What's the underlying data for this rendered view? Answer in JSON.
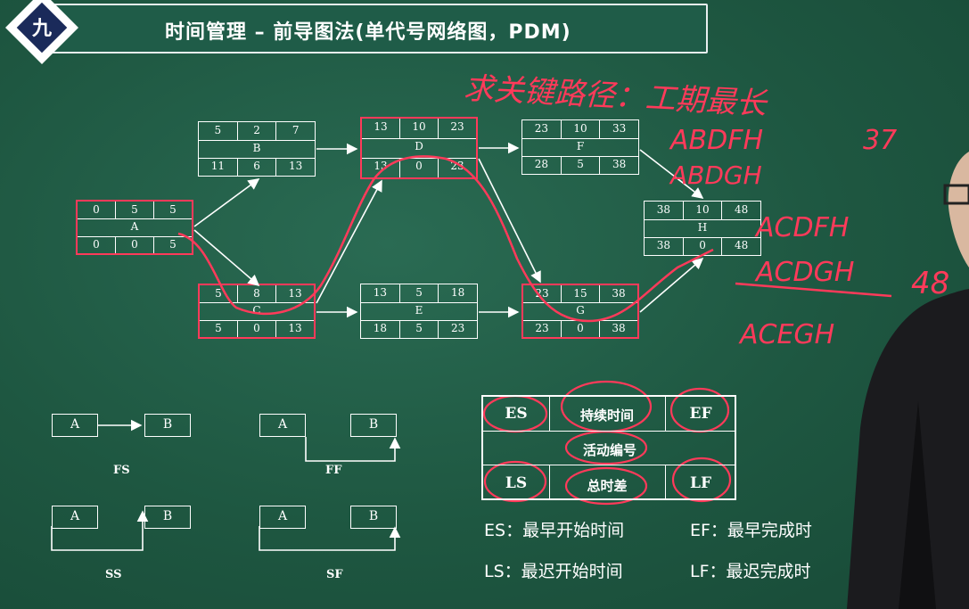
{
  "header": {
    "badge": "九",
    "title": "时间管理 – 前导图法(单代号网络图，PDM)"
  },
  "nodes": [
    {
      "id": "A",
      "top": [
        "0",
        "5",
        "5"
      ],
      "bottom": [
        "0",
        "0",
        "5"
      ],
      "critical": true
    },
    {
      "id": "B",
      "top": [
        "5",
        "2",
        "7"
      ],
      "bottom": [
        "11",
        "6",
        "13"
      ],
      "critical": false
    },
    {
      "id": "C",
      "top": [
        "5",
        "8",
        "13"
      ],
      "bottom": [
        "5",
        "0",
        "13"
      ],
      "critical": true
    },
    {
      "id": "D",
      "top": [
        "13",
        "10",
        "23"
      ],
      "bottom": [
        "13",
        "0",
        "23"
      ],
      "critical": true
    },
    {
      "id": "E",
      "top": [
        "13",
        "5",
        "18"
      ],
      "bottom": [
        "18",
        "5",
        "23"
      ],
      "critical": false
    },
    {
      "id": "F",
      "top": [
        "23",
        "10",
        "33"
      ],
      "bottom": [
        "28",
        "5",
        "38"
      ],
      "critical": false
    },
    {
      "id": "G",
      "top": [
        "23",
        "15",
        "38"
      ],
      "bottom": [
        "23",
        "0",
        "38"
      ],
      "critical": true
    },
    {
      "id": "H",
      "top": [
        "38",
        "10",
        "48"
      ],
      "bottom": [
        "38",
        "0",
        "48"
      ],
      "critical": true
    }
  ],
  "dependency_types": [
    {
      "label": "FS",
      "from": "A",
      "to": "B"
    },
    {
      "label": "FF",
      "from": "A",
      "to": "B"
    },
    {
      "label": "SS",
      "from": "A",
      "to": "B"
    },
    {
      "label": "SF",
      "from": "A",
      "to": "B"
    }
  ],
  "legend": {
    "es": "ES",
    "duration": "持续时间",
    "ef": "EF",
    "activity_id": "活动编号",
    "ls": "LS",
    "total_float": "总时差",
    "lf": "LF"
  },
  "notes": [
    {
      "left": "ES：最早开始时间",
      "right": "EF：最早完成时"
    },
    {
      "left": "LS：最迟开始时间",
      "right": "LF：最迟完成时"
    }
  ],
  "handwriting": {
    "heading": "求关键路径：工期最长",
    "paths": [
      {
        "path": "ABDFH",
        "duration": "37"
      },
      {
        "path": "ABDGH",
        "duration": ""
      },
      {
        "path": "ACDFH",
        "duration": ""
      },
      {
        "path": "ACDGH",
        "duration": "48"
      },
      {
        "path": "ACEGH",
        "duration": ""
      }
    ]
  },
  "colors": {
    "board": "#1f5a45",
    "chalk": "#ffffff",
    "marker": "#ff3a5a",
    "badge": "#1a2a5a"
  }
}
